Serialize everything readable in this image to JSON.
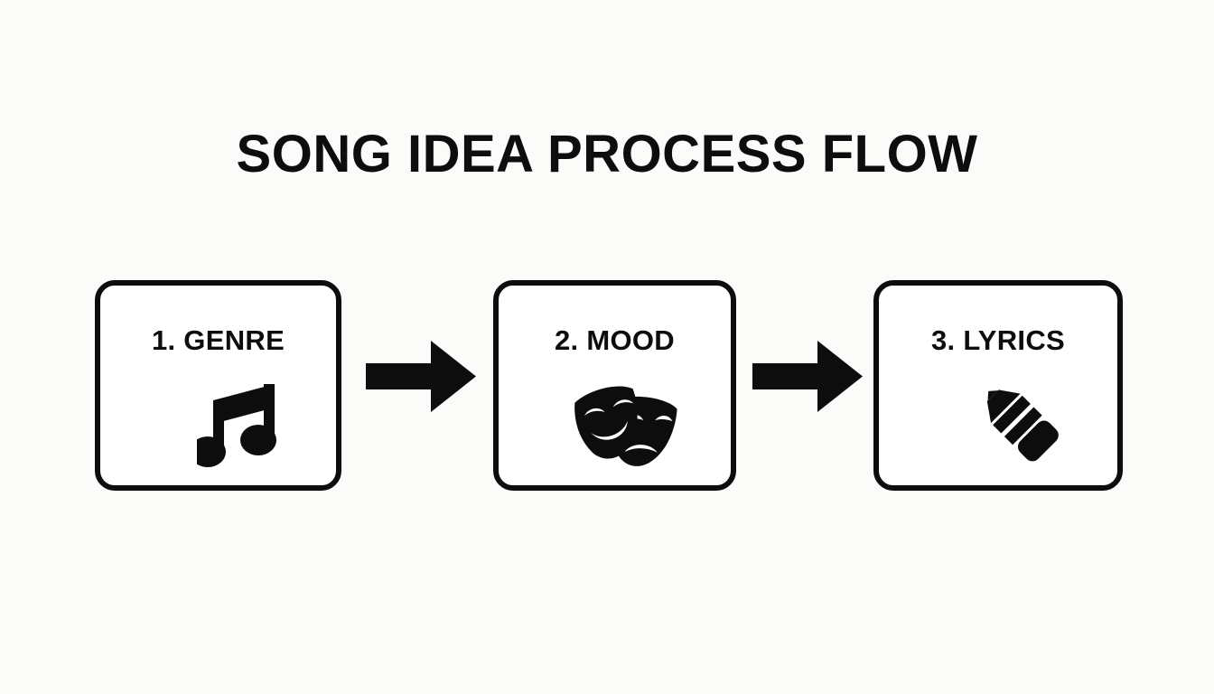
{
  "diagram": {
    "title": "SONG IDEA PROCESS FLOW",
    "background_color": "#fbfbfa",
    "ink_color": "#0d0d0d",
    "box_fill_color": "#ffffff",
    "type": "horizontal-process-flow",
    "steps": [
      {
        "number": "1.",
        "label": "1. GENRE",
        "icon": "music-note-icon",
        "icon_description": "beamed pair of eighth notes"
      },
      {
        "number": "2.",
        "label": "2. MOOD",
        "icon": "theater-masks-icon",
        "icon_description": "comedy and tragedy masks"
      },
      {
        "number": "3.",
        "label": "3. LYRICS",
        "icon": "pencil-icon",
        "icon_description": "pencil pointing down-left"
      }
    ],
    "connectors": [
      {
        "name": "arrow-1",
        "icon": "arrow-right-icon",
        "from": "1. GENRE",
        "to": "2. MOOD"
      },
      {
        "name": "arrow-2",
        "icon": "arrow-right-icon",
        "from": "2. MOOD",
        "to": "3. LYRICS"
      }
    ]
  }
}
